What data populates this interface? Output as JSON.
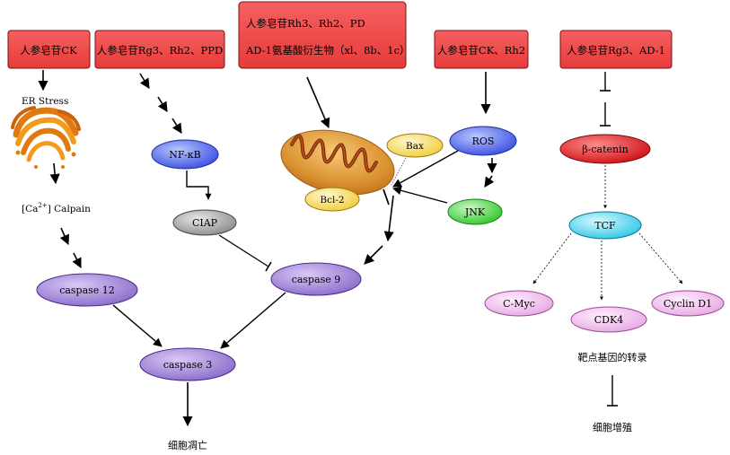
{
  "compounds": {
    "ck": "人参皂苷CK",
    "rg3_rh2_ppd": "人参皂苷Rg3、Rh2、PPD",
    "rh3_line1": "人参皂苷Rh3、Rh2、PD",
    "rh3_line2": "AD-1氨基酸衍生物（xl、8b、1c）",
    "ck_rh2": "人参皂苷CK、Rh2",
    "rg3_ad1": "人参皂苷Rg3、AD-1"
  },
  "nodes": {
    "er_stress": "ER Stress",
    "ca_prefix": "[Ca",
    "ca_sup": "2+",
    "ca_suffix": "] Calpain",
    "nfkb": "NF-κB",
    "ciap": "CIAP",
    "bcl2": "Bcl-2",
    "bax": "Bax",
    "ros": "ROS",
    "jnk": "JNK",
    "caspase12": "caspase 12",
    "caspase9": "caspase 9",
    "caspase3": "caspase 3",
    "apoptosis": "细胞凋亡",
    "beta_catenin": "β-catenin",
    "tcf": "TCF",
    "cmyc": "C-Myc",
    "cdk4": "CDK4",
    "cyclin_d1": "Cyclin D1",
    "transcription": "靶点基因的转录",
    "proliferation": "细胞增殖"
  },
  "colors": {
    "red_box": "#f04848",
    "purple": "#a58bd9",
    "blue": "#5a6ef0",
    "gray": "#a8a8a8",
    "green": "#4fd84a",
    "yellow": "#f5dc6a",
    "pink": "#f2c6ef",
    "cyan": "#5fd8ee",
    "red_ellipse": "#e5252a"
  }
}
